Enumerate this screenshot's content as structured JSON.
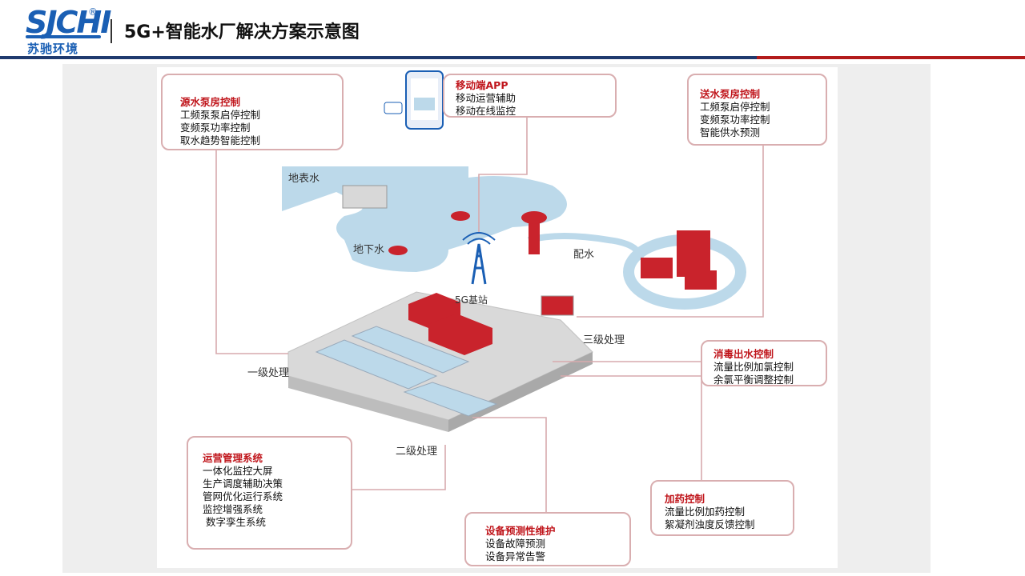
{
  "header": {
    "logo_mark": "SJCHI",
    "logo_reg": "®",
    "logo_cn": "苏驰环境",
    "title": "5G+智能水厂解决方案示意图"
  },
  "boxes": {
    "source_pump": {
      "title": "源水泵房控制",
      "lines": [
        "工频泵泵启停控制",
        "变频泵功率控制",
        "取水趋势智能控制"
      ]
    },
    "mobile_app": {
      "title": "移动端APP",
      "lines": [
        "移动运营辅助",
        "移动在线监控"
      ]
    },
    "delivery_pump": {
      "title": "送水泵房控制",
      "lines": [
        "工频泵启停控制",
        "变频泵功率控制",
        "智能供水预测"
      ]
    },
    "disinfection": {
      "title": "消毒出水控制",
      "lines": [
        "流量比例加氯控制",
        "余氯平衡调整控制"
      ]
    },
    "operations": {
      "title": "运营管理系统",
      "lines": [
        "一体化监控大屏",
        "生产调度辅助决策",
        "管网优化运行系统",
        "监控增强系统",
        " 数字孪生系统"
      ]
    },
    "maintenance": {
      "title": "设备预测性维护",
      "lines": [
        "设备故障预测",
        "设备异常告警"
      ]
    },
    "dosing": {
      "title": "加药控制",
      "lines": [
        "流量比例加药控制",
        "絮凝剂浊度反馈控制"
      ]
    }
  },
  "labels": {
    "surface_water": "地表水",
    "groundwater": "地下水",
    "distribution": "配水",
    "base_station": "5G基站",
    "tertiary": "三级处理",
    "primary": "一级处理",
    "secondary": "二级处理"
  },
  "colors": {
    "accent_red": "#c0161c",
    "box_border": "#d9aeb0",
    "water": "#bcd9ea",
    "brand_blue": "#1a5fb4"
  }
}
